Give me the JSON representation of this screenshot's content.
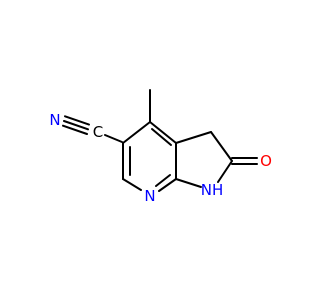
{
  "molecule": {
    "atoms": {
      "nitrile_n": {
        "text": "N",
        "color": "#0000ff"
      },
      "nitrile_c": {
        "text": "C",
        "color": "#000000"
      },
      "ring_n": {
        "text": "N",
        "color": "#0000ff"
      },
      "nh": {
        "text": "NH",
        "color": "#0000ff"
      },
      "oxygen": {
        "text": "O",
        "color": "#ff0000"
      }
    }
  }
}
